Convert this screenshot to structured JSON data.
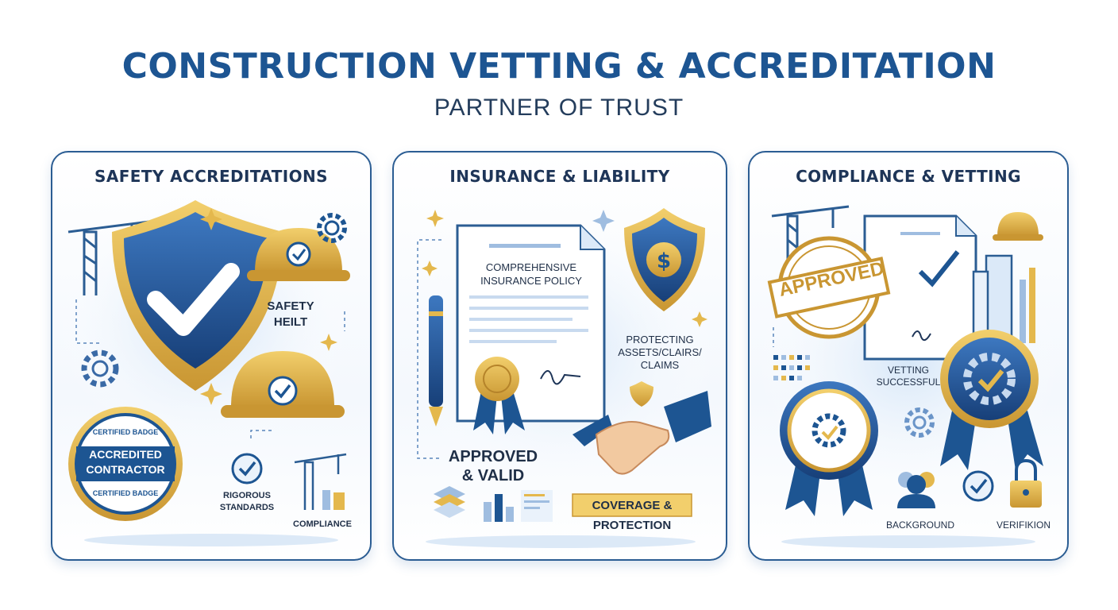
{
  "header": {
    "title": "CONSTRUCTION VETTING & ACCREDITATION",
    "subtitle": "PARTNER OF TRUST"
  },
  "colors": {
    "primary_blue": "#1d5592",
    "gold": "#d9ad45",
    "light_blue": "#dbe9f8",
    "text_dark": "#1f2f47"
  },
  "panels": [
    {
      "title": "SAFETY ACCREDITATIONS",
      "labels": {
        "safety": "SAFETY",
        "helmet": "HEILT",
        "seal_top": "CERTIFIED BADGE",
        "seal_main_1": "ACCREDITED",
        "seal_main_2": "CONTRACTOR",
        "seal_bottom": "CERTIFIED BADGE",
        "rigorous_1": "RIGOROUS",
        "rigorous_2": "STANDARDS",
        "compliance": "COMPLIANCE"
      }
    },
    {
      "title": "INSURANCE & LIABILITY",
      "labels": {
        "policy_1": "COMPREHENSIVE",
        "policy_2": "INSURANCE POLICY",
        "protecting_1": "PROTECTING",
        "protecting_2": "ASSETS/CLAIRS/",
        "protecting_3": "CLAIMS",
        "approved_1": "APPROVED",
        "approved_2": "& VALID",
        "coverage_1": "COVERAGE &",
        "coverage_2": "PROTECTION"
      }
    },
    {
      "title": "COMPLIANCE & VETTING",
      "labels": {
        "stamp": "APPROVED",
        "vetting_1": "VETTING",
        "vetting_2": "SUCCESSFUL",
        "background": "BACKGROUND",
        "verification": "VERIFIKION"
      }
    }
  ]
}
